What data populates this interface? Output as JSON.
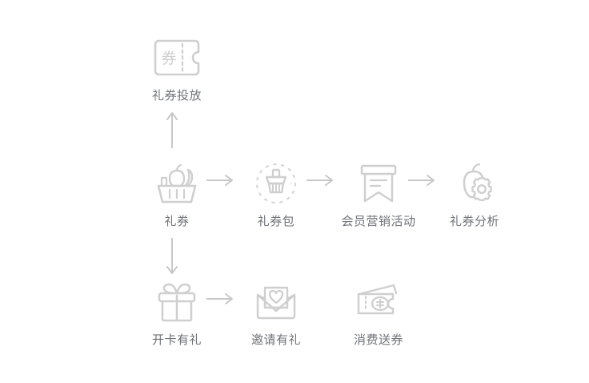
{
  "page": {
    "background_color": "#ffffff",
    "icon_color": "#cfcfcf",
    "arrow_color": "#c8c8c8",
    "label_color": "#6f7277"
  },
  "diagram": {
    "title": "",
    "nodes": [
      {
        "id": "coupon-release",
        "label": "礼券投放",
        "icon": "coupon-ticket-icon"
      },
      {
        "id": "coupon",
        "label": "礼券",
        "icon": "shopping-basket-fruit-icon"
      },
      {
        "id": "coupon-pack",
        "label": "礼券包",
        "icon": "broom-dial-icon"
      },
      {
        "id": "campaign",
        "label": "会员营销活动",
        "icon": "bookmark-banner-icon"
      },
      {
        "id": "analysis",
        "label": "礼券分析",
        "icon": "apple-gear-icon"
      },
      {
        "id": "card-gift",
        "label": "开卡有礼",
        "icon": "gift-box-icon"
      },
      {
        "id": "invite-gift",
        "label": "邀请有礼",
        "icon": "envelope-heart-icon"
      },
      {
        "id": "spend-coupon",
        "label": "消费送券",
        "icon": "voucher-stack-money-icon"
      }
    ],
    "connectors": [
      {
        "id": "coupon-to-release",
        "from": "coupon",
        "to": "coupon-release",
        "direction": "up"
      },
      {
        "id": "coupon-to-pack",
        "from": "coupon",
        "to": "coupon-pack",
        "direction": "right"
      },
      {
        "id": "pack-to-campaign",
        "from": "coupon-pack",
        "to": "campaign",
        "direction": "right"
      },
      {
        "id": "campaign-to-analysis",
        "from": "campaign",
        "to": "analysis",
        "direction": "right"
      },
      {
        "id": "coupon-to-card-gift",
        "from": "coupon",
        "to": "card-gift",
        "direction": "down"
      },
      {
        "id": "card-gift-to-invite",
        "from": "card-gift",
        "to": "invite-gift",
        "direction": "right"
      }
    ]
  }
}
